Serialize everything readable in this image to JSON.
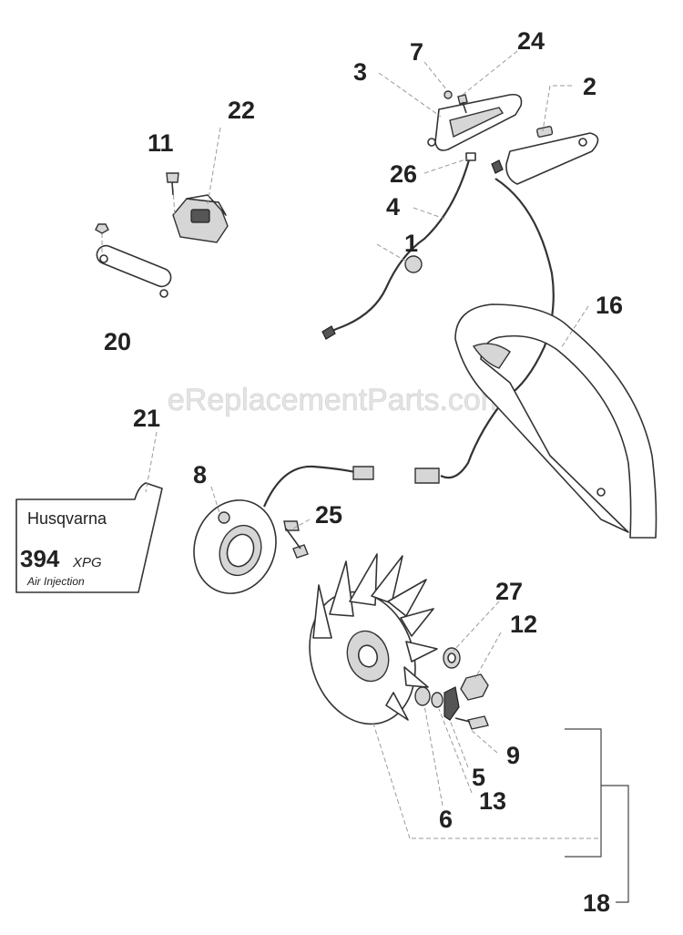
{
  "watermark": "eReplacementParts.com",
  "callouts": [
    {
      "id": "1",
      "label": "1"
    },
    {
      "id": "2",
      "label": "2"
    },
    {
      "id": "3",
      "label": "3"
    },
    {
      "id": "4",
      "label": "4"
    },
    {
      "id": "5",
      "label": "5"
    },
    {
      "id": "6",
      "label": "6"
    },
    {
      "id": "7",
      "label": "7"
    },
    {
      "id": "8",
      "label": "8"
    },
    {
      "id": "9",
      "label": "9"
    },
    {
      "id": "11",
      "label": "11"
    },
    {
      "id": "12",
      "label": "12"
    },
    {
      "id": "13",
      "label": "13"
    },
    {
      "id": "16",
      "label": "16"
    },
    {
      "id": "18",
      "label": "18"
    },
    {
      "id": "20",
      "label": "20"
    },
    {
      "id": "21",
      "label": "21"
    },
    {
      "id": "22",
      "label": "22"
    },
    {
      "id": "24",
      "label": "24"
    },
    {
      "id": "25",
      "label": "25"
    },
    {
      "id": "26",
      "label": "26"
    },
    {
      "id": "27",
      "label": "27"
    }
  ],
  "decal": {
    "brand": "Husqvarna",
    "model": "394",
    "model_suffix": "XPG",
    "subtitle": "Air Injection"
  }
}
